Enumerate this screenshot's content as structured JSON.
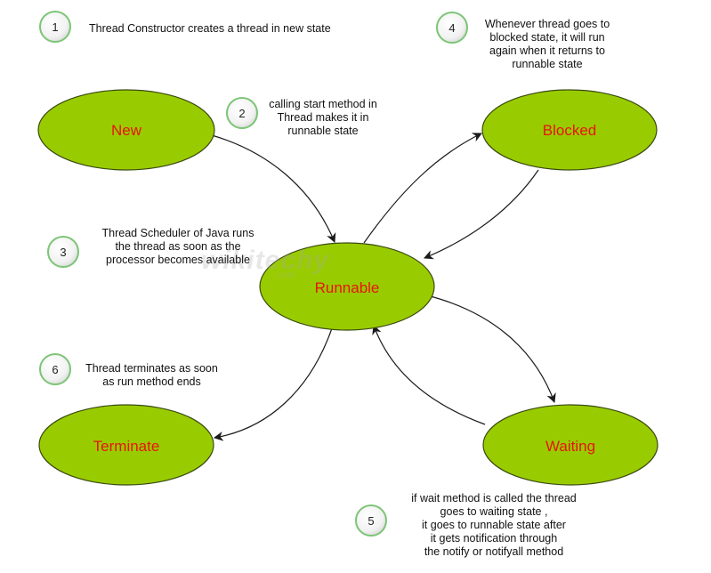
{
  "colors": {
    "state_fill": "#99cc00",
    "state_stroke": "#3a4a10",
    "state_label": "#e8140a",
    "badge_stroke": "#7cc576",
    "arrow": "#1a1a1a"
  },
  "states": {
    "new": "New",
    "blocked": "Blocked",
    "runnable": "Runnable",
    "terminate": "Terminate",
    "waiting": "Waiting"
  },
  "steps": [
    {
      "number": "1",
      "lines": [
        "Thread Constructor creates a thread in new state"
      ]
    },
    {
      "number": "2",
      "lines": [
        "calling start method in",
        "Thread makes it in",
        "runnable state"
      ]
    },
    {
      "number": "3",
      "lines": [
        "Thread Scheduler of Java runs",
        "the thread as soon as the",
        "processor becomes available"
      ]
    },
    {
      "number": "4",
      "lines": [
        "Whenever thread goes to",
        "blocked state, it will run",
        "again when it returns to",
        "runnable state"
      ]
    },
    {
      "number": "5",
      "lines": [
        "if wait method is called the thread",
        "goes to waiting state ,",
        "it goes to runnable state after",
        "it gets notification through",
        "the notify or notifyall method"
      ]
    },
    {
      "number": "6",
      "lines": [
        "Thread terminates as soon",
        "as run method ends"
      ]
    }
  ],
  "watermark": {
    "brand": "wikitechy",
    "domain": ".com"
  }
}
